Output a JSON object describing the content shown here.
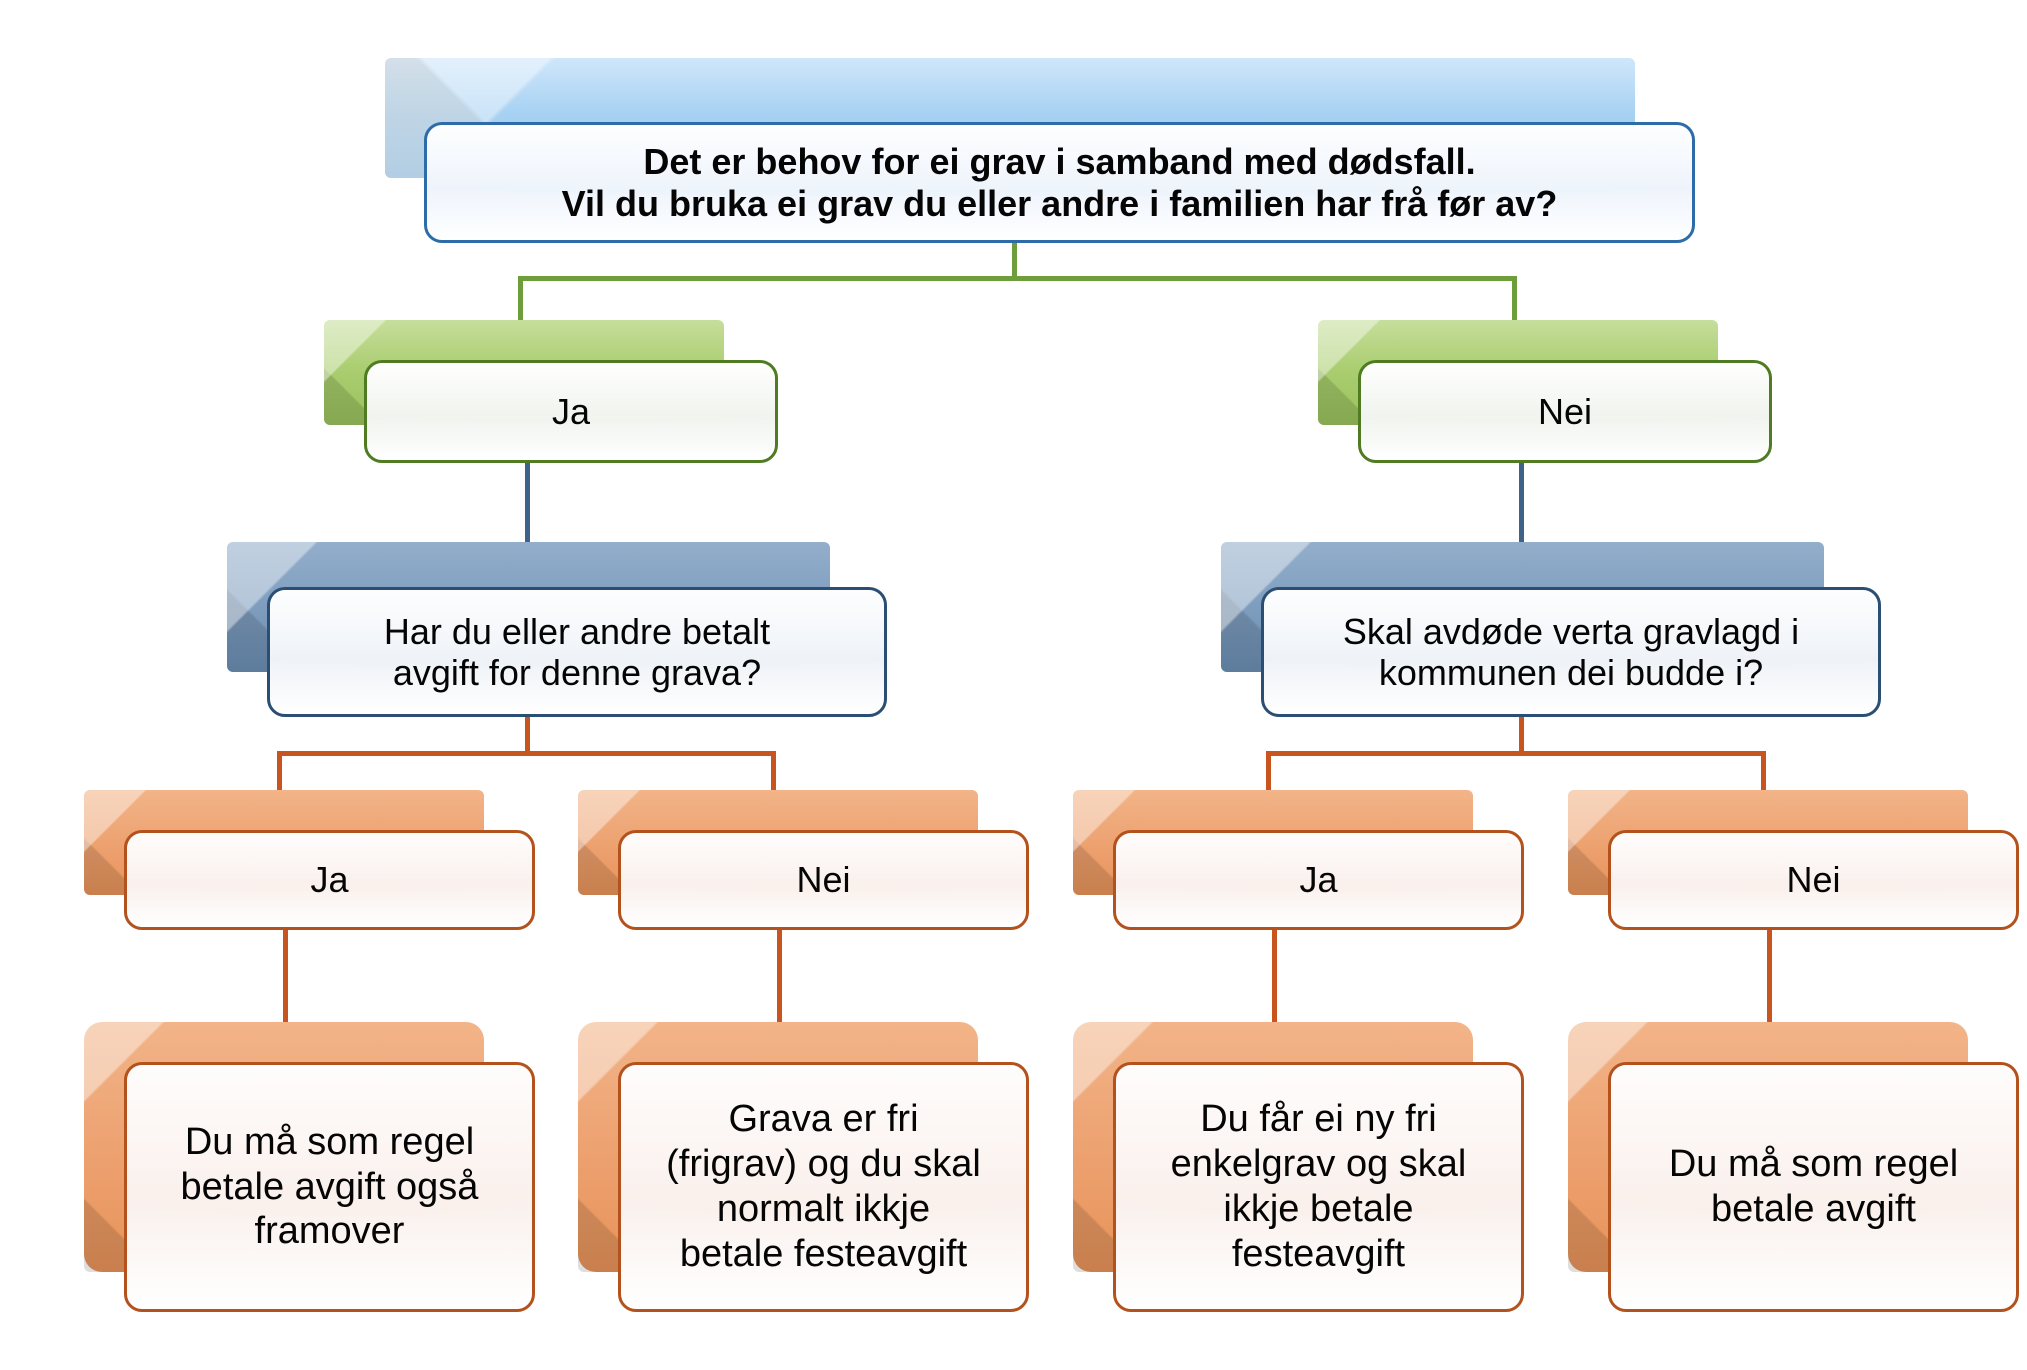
{
  "diagram": {
    "title_text": "Det er behov for ei grav i samband med dødsfall.\nVil du bruka ei grav du eller andre i familien har frå før av?",
    "colors": {
      "root_border": "#2d6ca8",
      "root_plate": "#a8d2f3",
      "branch_border": "#4f7c23",
      "branch_plate": "#a9cd6f",
      "question_border": "#2b4f72",
      "question_plate": "#7e9dbe",
      "answer_border": "#b3521c",
      "answer_plate": "#eda271",
      "connector_green": "#6e9e3c",
      "connector_steel": "#3d6389",
      "connector_orange": "#c8551f"
    },
    "nodes": {
      "root": {
        "label": "Det er behov for ei grav i samband med dødsfall.\nVil du bruka ei grav du eller andre i familien har frå før av?"
      },
      "branch_left": {
        "label": "Ja"
      },
      "branch_right": {
        "label": "Nei"
      },
      "question_left": {
        "label": "Har du eller andre betalt\navgift for denne grava?"
      },
      "question_right": {
        "label": "Skal avdøde verta gravlagd i\nkommunen dei budde i?"
      },
      "answer_1": {
        "label": "Ja"
      },
      "answer_2": {
        "label": "Nei"
      },
      "answer_3": {
        "label": "Ja"
      },
      "answer_4": {
        "label": "Nei"
      },
      "result_1": {
        "label": "Du må som regel\nbetale avgift også\nframover"
      },
      "result_2": {
        "label": "Grava er fri\n(frigrav) og du skal\nnormalt ikkje\nbetale festeavgift"
      },
      "result_3": {
        "label": "Du får ei ny fri\nenkelgrav og skal\nikkje betale\nfesteavgift"
      },
      "result_4": {
        "label": "Du må som regel\nbetale avgift"
      }
    }
  }
}
